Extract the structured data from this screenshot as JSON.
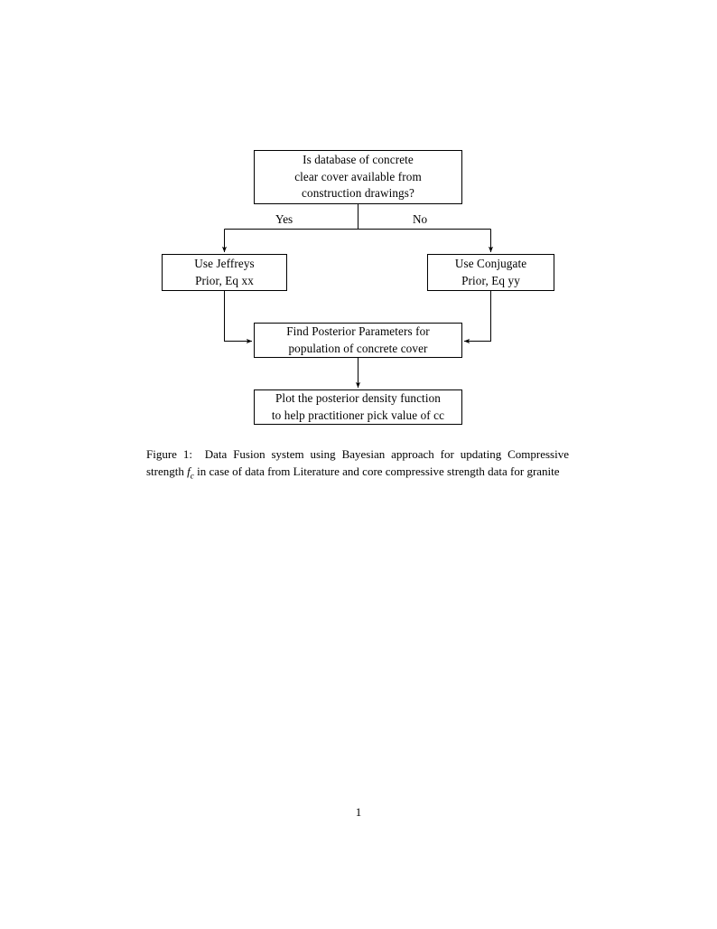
{
  "document": {
    "page_number": "1"
  },
  "figure": {
    "caption_label": "Figure 1:",
    "caption_part1": "Data Fusion system using Bayesian approach for updating Compressive strength",
    "caption_math": "f",
    "caption_math_sub": "c",
    "caption_part2": "in case of data from Literature and core compressive strength data for granite",
    "nodes": [
      {
        "id": "decision",
        "lines": [
          "Is database of concrete",
          "clear cover available from",
          "construction drawings?"
        ]
      },
      {
        "id": "jeffreys",
        "lines": [
          "Use Jeffreys",
          "Prior, Eq xx"
        ]
      },
      {
        "id": "conjugate",
        "lines": [
          "Use Conjugate",
          "Prior, Eq yy"
        ]
      },
      {
        "id": "posterior",
        "lines": [
          "Find Posterior Parameters for",
          "population of concrete cover"
        ]
      },
      {
        "id": "plot",
        "lines": [
          "Plot the posterior density function",
          "to help practitioner pick value of cc"
        ]
      }
    ],
    "branch_labels": {
      "yes": "Yes",
      "no": "No"
    },
    "style": {
      "line_color": "#000000",
      "text_color": "#000000",
      "background": "#ffffff",
      "stroke_width": "1"
    }
  }
}
